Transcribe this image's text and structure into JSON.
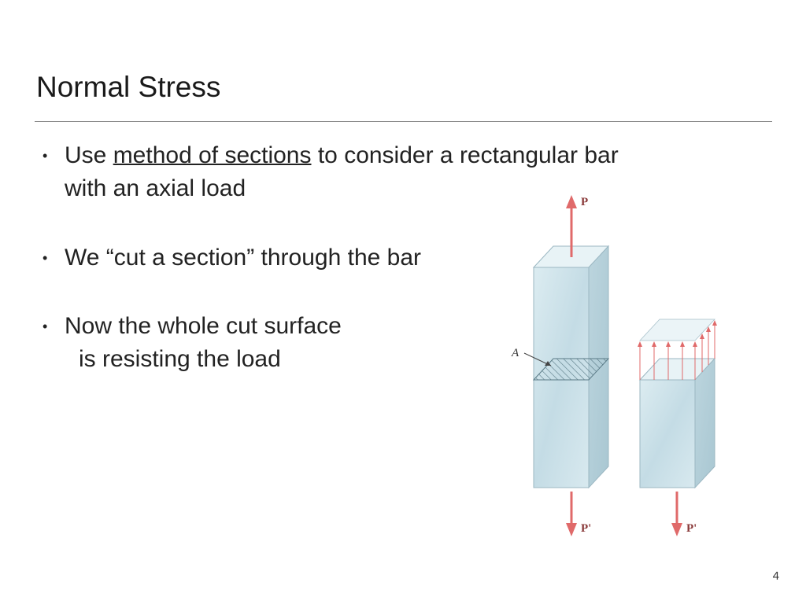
{
  "slide": {
    "title": "Normal Stress",
    "page_number": "4"
  },
  "bullets": [
    {
      "line1_prefix": "Use ",
      "line1_link": "method of sections",
      "line1_suffix": " to consider a rectangular bar",
      "line2": "with an axial load"
    },
    {
      "text": "We “cut a section” through the bar"
    },
    {
      "line1": "Now the whole cut surface",
      "line2": "is resisting the load"
    }
  ],
  "figure": {
    "label_p": "P",
    "label_p_prime_left": "P'",
    "label_p_prime_right": "P'",
    "label_area": "A"
  },
  "colors": {
    "arrow": "#e06a6a",
    "bar_face": "#cfe3ea",
    "bar_edge": "#9bb7c2",
    "hatch": "#5a7a86"
  }
}
